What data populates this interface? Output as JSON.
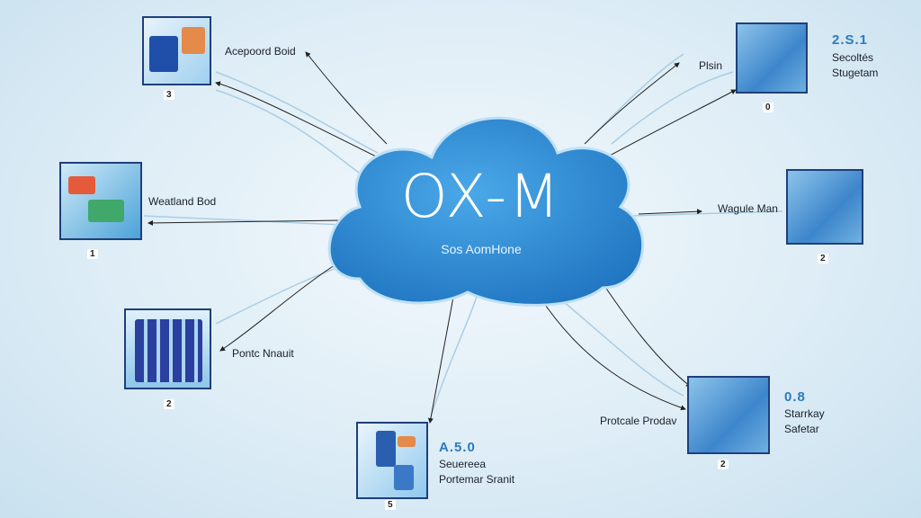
{
  "center": {
    "title": "OX-M",
    "subtitle": "Sos AomHone"
  },
  "nodes": [
    {
      "label": "Acepoord Boid",
      "badge": "3"
    },
    {
      "label": "Weatland Bod",
      "badge": "1"
    },
    {
      "label": "Pontc Nnauit",
      "badge": "2"
    },
    {
      "version": "A.5.0",
      "desc1": "Seuereea",
      "desc2": "Portemar Sranit",
      "badge": "5"
    },
    {
      "label": "Protcale Prodav",
      "version": "0.8",
      "desc1": "Starrkay",
      "desc2": "Safetar",
      "badge": "2"
    },
    {
      "label": "Wagule Man",
      "badge": "2"
    },
    {
      "label": "Plsin",
      "version": "2.S.1",
      "desc1": "Secoltés",
      "desc2": "Stugetam",
      "badge": "0"
    }
  ],
  "colors": {
    "cloud": "#2f8fd6",
    "version": "#2a7bbd"
  }
}
